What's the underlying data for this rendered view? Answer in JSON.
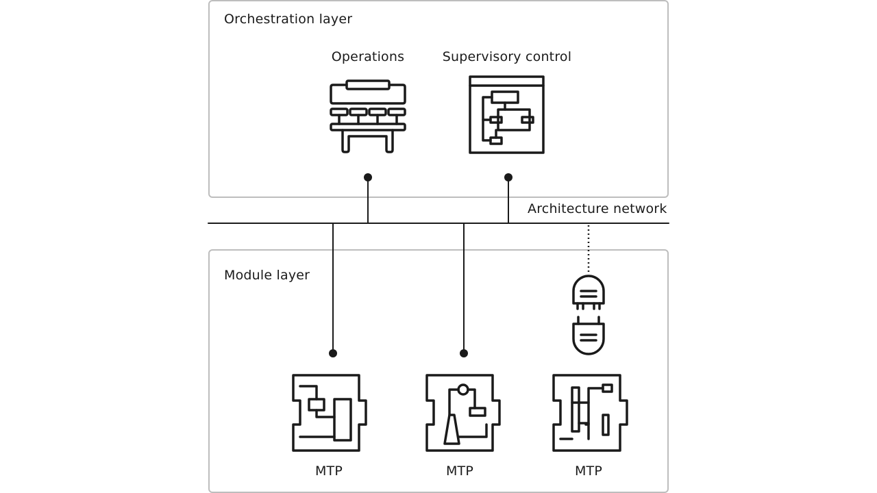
{
  "orchestration": {
    "title": "Orchestration layer",
    "operations_label": "Operations",
    "supervisory_label": "Supervisory control"
  },
  "network": {
    "label": "Architecture network"
  },
  "module": {
    "title": "Module layer",
    "mtp_labels": [
      "MTP",
      "MTP",
      "MTP"
    ]
  },
  "colors": {
    "stroke": "#1a1a1a",
    "box_border": "#bdbdbd"
  }
}
